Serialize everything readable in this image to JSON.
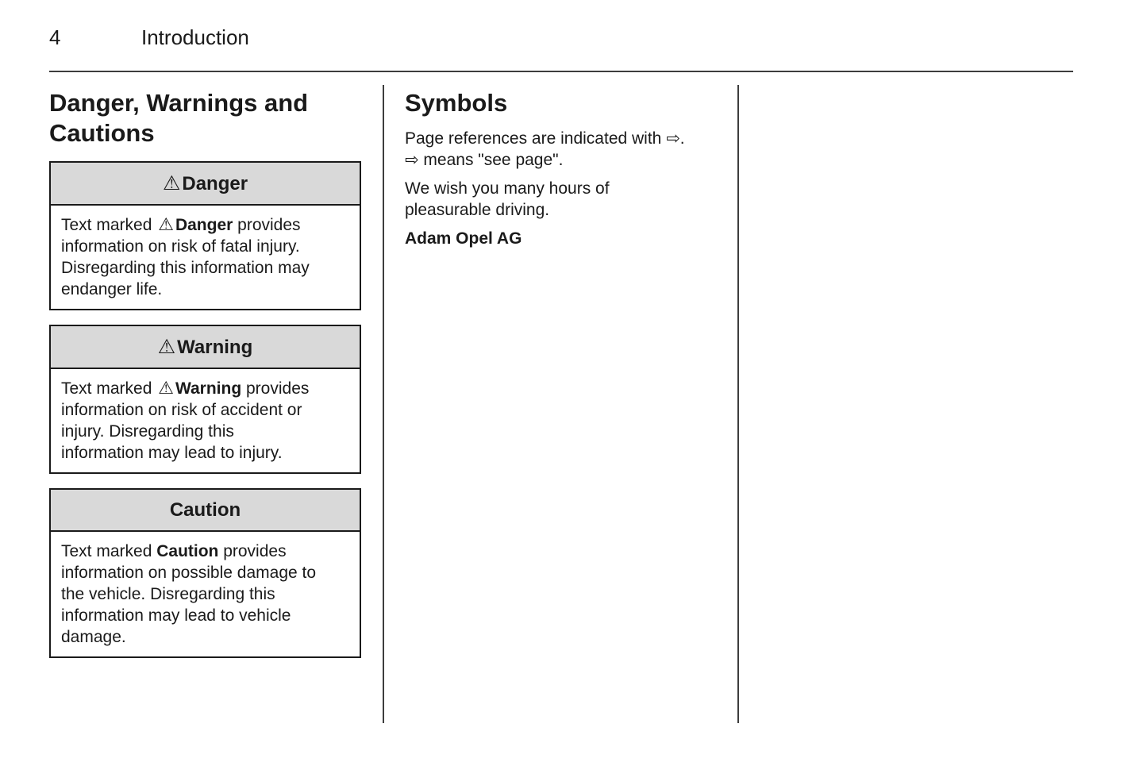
{
  "page_header": {
    "page_number": "4",
    "chapter_title": "Introduction"
  },
  "icons": {
    "warning_triangle": "⚠",
    "page_reference_arrow": "⇨"
  },
  "colors": {
    "box_header_bg": "#d9d9d9",
    "border": "#1a1a1a",
    "text": "#1a1a1a",
    "rule": "#3d3d3d"
  },
  "left_column": {
    "heading_lines": [
      "Danger, Warnings and",
      "Cautions"
    ],
    "boxes": [
      {
        "title": "Danger",
        "has_triangle": true,
        "body_line1": {
          "prefix": "Text marked ",
          "keyword": "Danger",
          "suffix": " provides"
        },
        "body_lines": [
          "information on risk of fatal injury.",
          "Disregarding this information may",
          "endanger life."
        ]
      },
      {
        "title": "Warning",
        "has_triangle": true,
        "body_line1": {
          "prefix": "Text marked ",
          "keyword": "Warning",
          "suffix": " provides"
        },
        "body_lines": [
          "information on risk of accident or",
          "injury. Disregarding this",
          "information may lead to injury."
        ]
      },
      {
        "title": "Caution",
        "has_triangle": false,
        "body_line1": {
          "prefix": "Text marked ",
          "keyword": "Caution",
          "suffix": " provides"
        },
        "body_lines": [
          "information on possible damage to",
          "the vehicle. Disregarding this",
          "information may lead to vehicle",
          "damage."
        ]
      }
    ]
  },
  "right_column": {
    "heading": "Symbols",
    "paragraphs": [
      {
        "lines": [
          "Page references are indicated with ⇨.",
          "⇨ means \"see page\"."
        ]
      },
      {
        "lines": [
          "We wish you many hours of",
          "pleasurable driving."
        ]
      }
    ],
    "signature": "Adam Opel AG"
  }
}
